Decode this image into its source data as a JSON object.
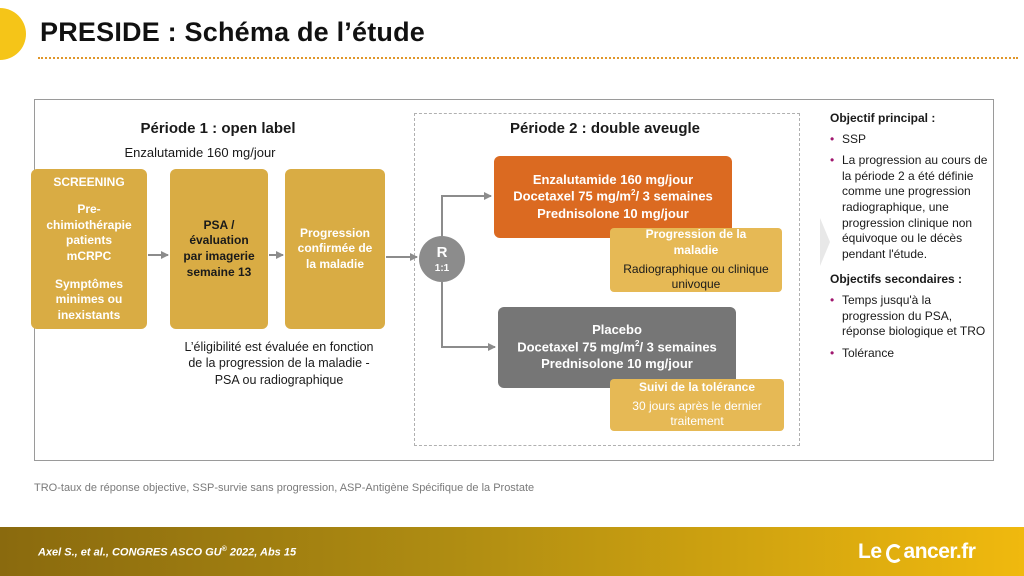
{
  "header": {
    "title": "PRESIDE : Schéma de l’étude"
  },
  "periode1": {
    "title": "Période 1 : open label",
    "drug": "Enzalutamide 160 mg/jour",
    "screening": {
      "heading": "SCREENING",
      "lines": [
        "Pre-",
        "chimiothérapie",
        "patients",
        "mCRPC"
      ],
      "lines2": [
        "Symptômes",
        "minimes ou",
        "inexistants"
      ]
    },
    "psa": {
      "lines": [
        "PSA /",
        "évaluation",
        "par imagerie",
        "semaine 13"
      ]
    },
    "progression": {
      "lines": [
        "Progression",
        "confirmée de",
        "la maladie"
      ]
    },
    "eligibility": [
      "L’éligibilité est évaluée en fonction",
      "de la progression de la maladie -",
      "PSA ou radiographique"
    ]
  },
  "randomization": {
    "letter": "R",
    "ratio": "1:1"
  },
  "periode2": {
    "title": "Période 2 : double aveugle",
    "arm_enza": {
      "line1": "Enzalutamide 160 mg/jour",
      "line2_pre": "Docetaxel 75 mg/m",
      "sup": "2",
      "line2_post": "/ 3 semaines",
      "line3": "Prednisolone 10 mg/jour"
    },
    "progression_box": {
      "heading": [
        "Progression de la",
        "maladie"
      ],
      "body": [
        "Radiographique ou clinique",
        "univoque"
      ]
    },
    "arm_placebo": {
      "line1": "Placebo",
      "line2_pre": "Docetaxel 75 mg/m",
      "sup": "2",
      "line2_post": "/ 3 semaines",
      "line3": "Prednisolone 10 mg/jour"
    },
    "suivi_box": {
      "heading": "Suivi de la tolérance",
      "body": [
        "30 jours après le dernier",
        "traitement"
      ]
    }
  },
  "objectifs": {
    "principal_title": "Objectif principal :",
    "principal_items": [
      "SSP",
      "La progression au cours de la période 2 a été définie comme une progression radiographique, une progression clinique non équivoque ou le décès pendant l'étude."
    ],
    "secondaires_title": "Objectifs secondaires :",
    "secondaires_items": [
      "Temps jusqu'à la progression du PSA, réponse  biologique et TRO",
      "Tolérance"
    ]
  },
  "footnote": "TRO-taux de réponse objective, SSP-survie sans progression, ASP-Antigène Spécifique de la Prostate",
  "footer": {
    "reference_pre": "Axel S., et al., CONGRES ASCO GU",
    "reference_sup": "®",
    "reference_post": " 2022, Abs 15",
    "logo_left": "Le",
    "logo_right": "ancer.fr"
  },
  "colors": {
    "accent_gold": "#d9ac44",
    "orange": "#db6a21",
    "grey": "#767676",
    "bullet": "#a0186f"
  }
}
